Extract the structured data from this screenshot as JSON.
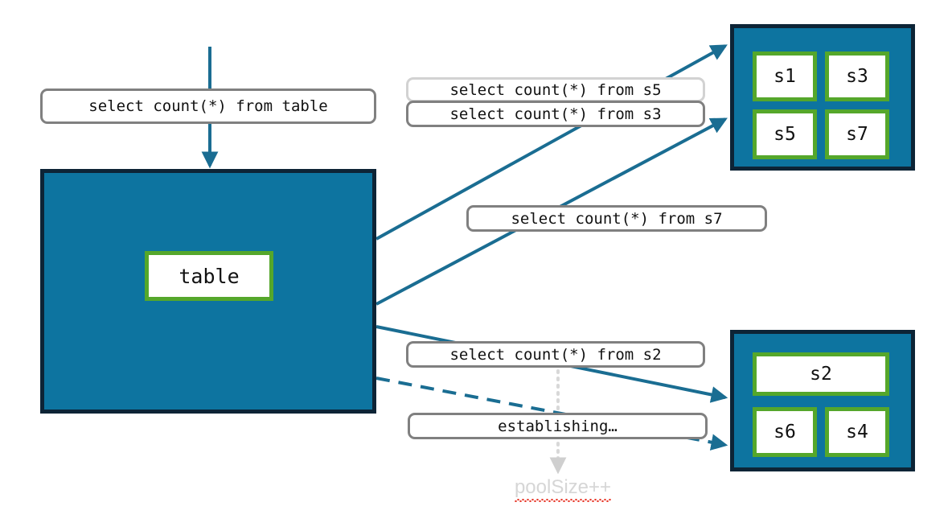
{
  "diagram": {
    "title": "connection-pool-query-routing",
    "colors": {
      "pool_fill": "#0d74a0",
      "pool_border": "#0d2436",
      "cell_border": "#55a72b",
      "cell_fill": "#ffffff",
      "chip_border": "#808080",
      "chip_border_light": "#d2d2d2",
      "edge": "#1a6d92",
      "dotted_edge": "#d2d2d2",
      "spell_error": "#e8392b",
      "muted_text": "#d6d6d6"
    }
  },
  "source": {
    "label": "table",
    "query_label": "select count(*) from table"
  },
  "pool_top": {
    "name": "pool-top",
    "cells": [
      {
        "id": "s1",
        "label": "s1"
      },
      {
        "id": "s3",
        "label": "s3"
      },
      {
        "id": "s5",
        "label": "s5"
      },
      {
        "id": "s7",
        "label": "s7"
      }
    ]
  },
  "pool_bottom": {
    "name": "pool-bottom",
    "cells": [
      {
        "id": "s2",
        "label": "s2"
      },
      {
        "id": "s6",
        "label": "s6"
      },
      {
        "id": "s4",
        "label": "s4"
      }
    ]
  },
  "chips": {
    "s5": "select count(*) from s5",
    "s3": "select count(*) from s3",
    "s7": "select count(*) from s7",
    "s2": "select count(*) from s2",
    "establishing": "establishing…"
  },
  "annotation": {
    "pool_size": "poolSize++"
  }
}
